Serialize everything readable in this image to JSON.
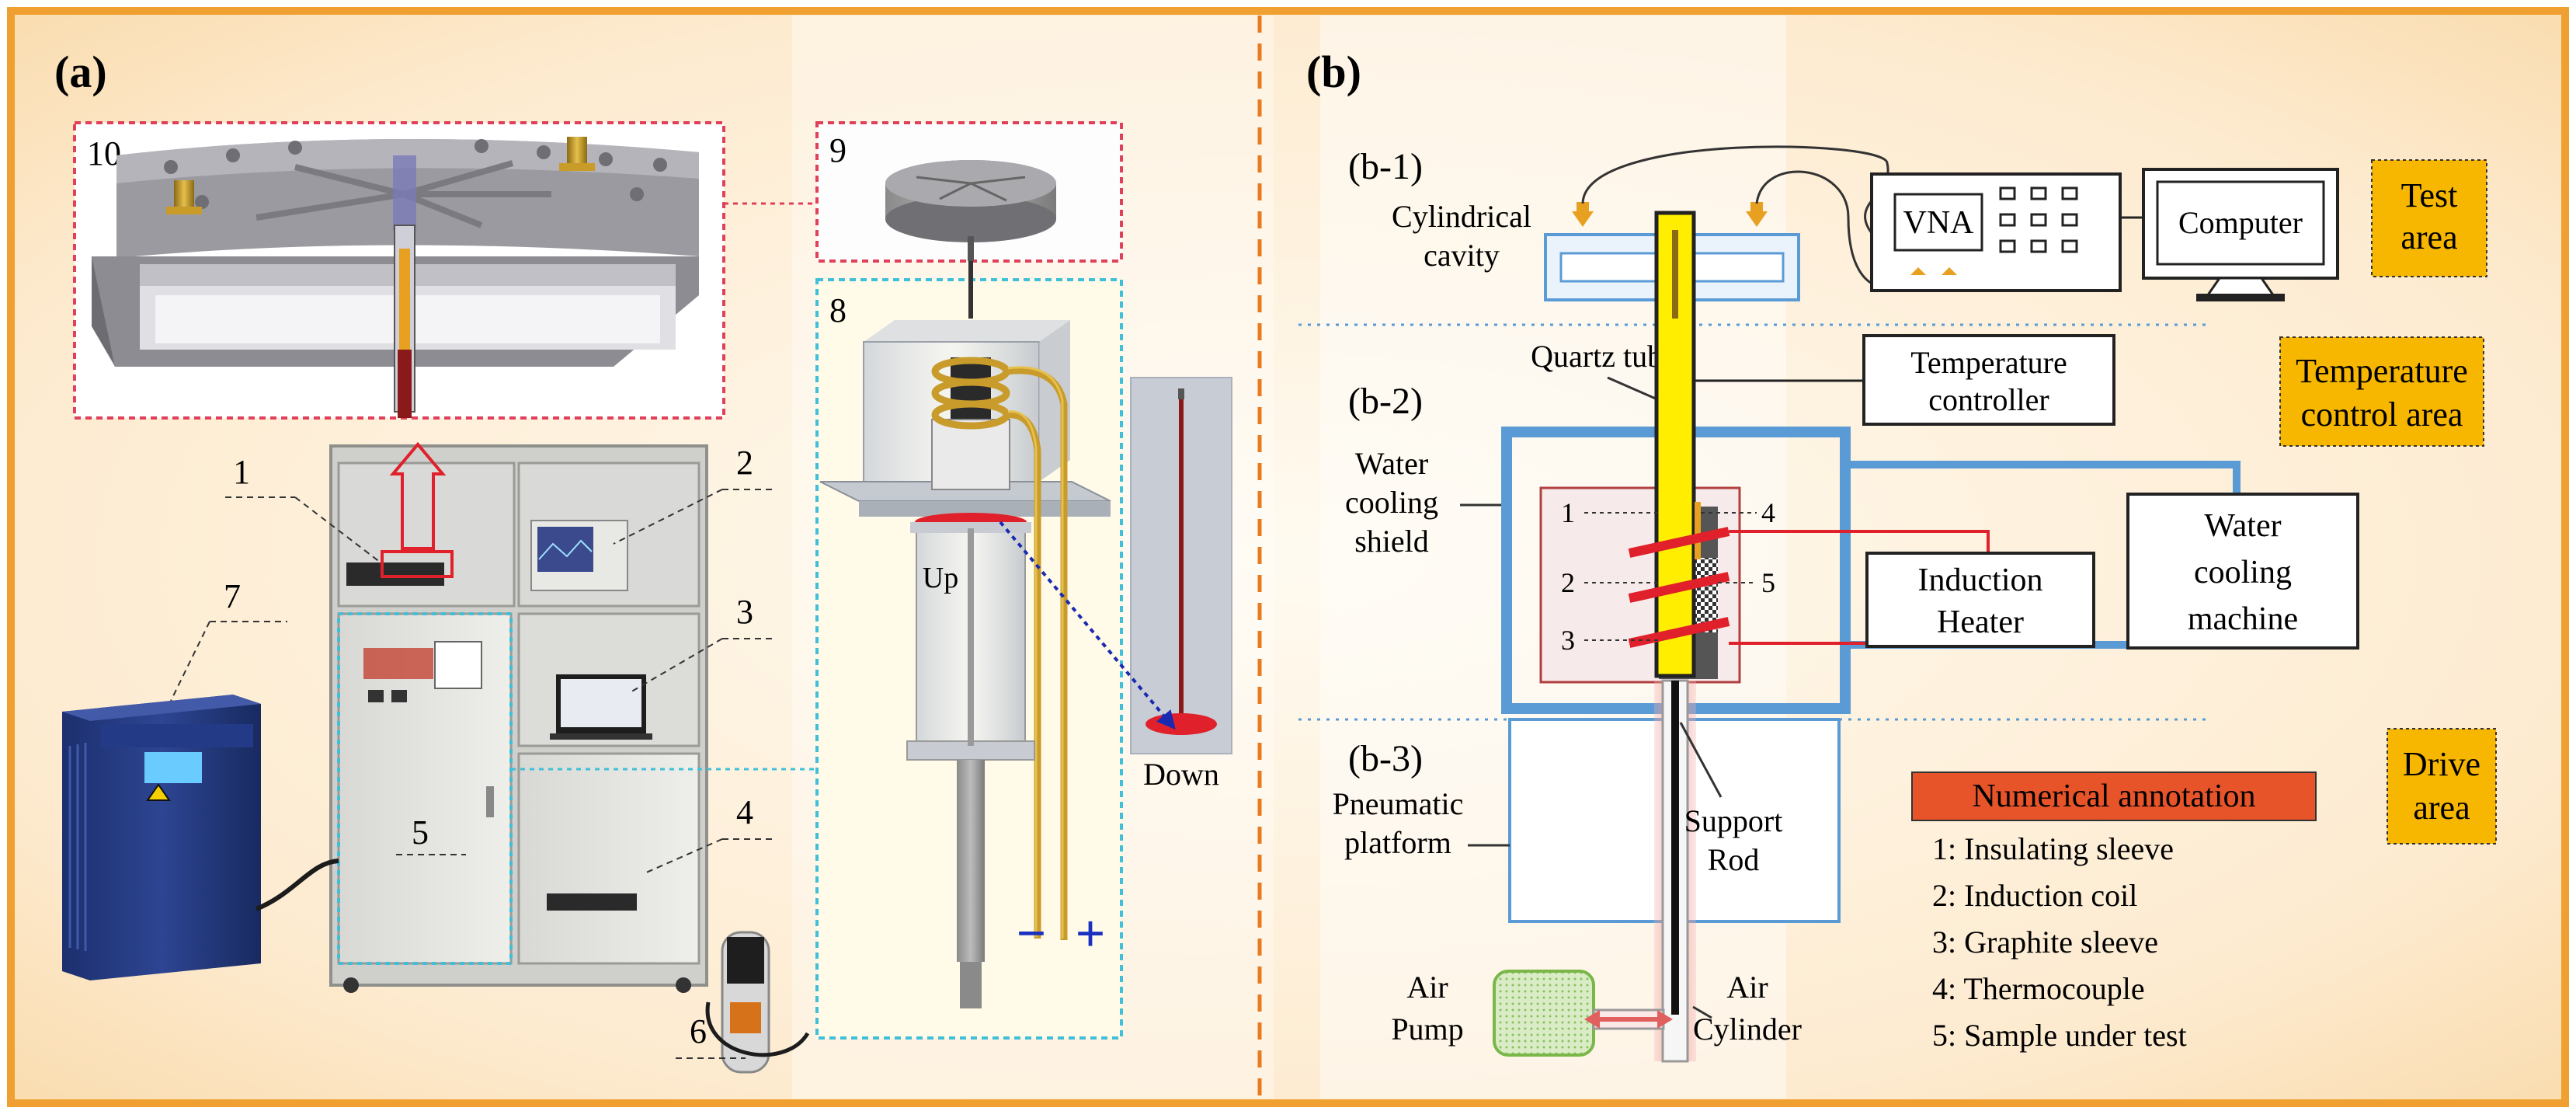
{
  "panel_a": {
    "label": "(a)",
    "callouts": [
      "1",
      "2",
      "3",
      "4",
      "5",
      "6",
      "7",
      "8",
      "9",
      "10"
    ],
    "up_label": "Up",
    "down_label": "Down",
    "minus_sign": "−",
    "plus_sign": "+",
    "chiller_screen_text": "",
    "cabinet_plate_text": ""
  },
  "panel_b": {
    "label": "(b)",
    "sections": {
      "b1": "(b-1)",
      "b2": "(b-2)",
      "b3": "(b-3)"
    },
    "cavity_label": [
      "Cylindrical",
      "cavity"
    ],
    "vna_label": "VNA",
    "computer_label": "Computer",
    "test_area": [
      "Test",
      "area"
    ],
    "quartz_tube": "Quartz tube",
    "temp_controller": [
      "Temperature",
      "controller"
    ],
    "temp_control_area": [
      "Temperature",
      "control area"
    ],
    "water_cooling_shield": [
      "Water",
      "cooling",
      "shield"
    ],
    "coil_numbers": [
      "1",
      "2",
      "3",
      "4",
      "5"
    ],
    "induction_heater": [
      "Induction",
      "Heater"
    ],
    "water_cooling_machine": [
      "Water",
      "cooling",
      "machine"
    ],
    "pneumatic_platform": [
      "Pneumatic",
      "platform"
    ],
    "support_rod": [
      "Support",
      "Rod"
    ],
    "drive_area": [
      "Drive",
      "area"
    ],
    "air_pump": [
      "Air",
      "Pump"
    ],
    "air_cylinder": [
      "Air",
      "Cylinder"
    ],
    "annotation_title": "Numerical annotation",
    "annotations": [
      "1: Insulating sleeve",
      "2: Induction coil",
      "3: Graphite sleeve",
      "4: Thermocouple",
      "5: Sample under test"
    ]
  },
  "colors": {
    "frame_orange": "#f0a030",
    "divider_orange": "#e87a20",
    "area_label_fill": "#f7b700",
    "annotation_title_fill": "#e8542a",
    "coil_red": "#e0202a",
    "cooling_blue": "#5b9bd5",
    "quartz_yellow": "#ffee00",
    "inset_border": "#e0405a",
    "inset_border_cyan": "#40c0d8"
  }
}
